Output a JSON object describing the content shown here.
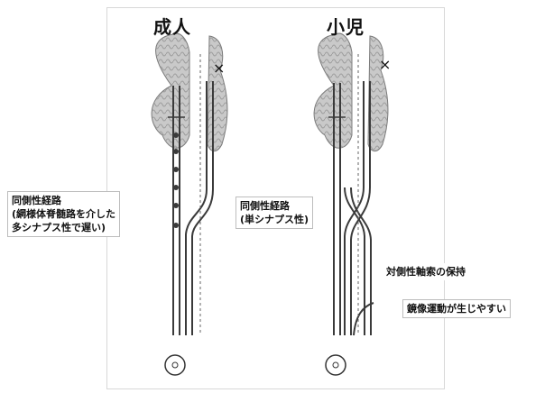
{
  "panels": {
    "adult": {
      "title": "成人",
      "label_lines": [
        "同側性経路",
        "(網様体脊髄路を介した",
        "多シナプス性で遅い)"
      ]
    },
    "child": {
      "title": "小児",
      "label_lines": [
        "同側性経路",
        "(単シナプス性)"
      ],
      "note_persist": "対側性軸索の保持",
      "note_mirror": "鏡像運動が生じやすい"
    }
  },
  "symbols": {
    "lesion_mark": "×",
    "muscle_target": "⊙"
  },
  "colors": {
    "tract": "#3a3a3a",
    "brain_fill": "#c9c9c9",
    "brain_fold": "#8a8a8a"
  }
}
